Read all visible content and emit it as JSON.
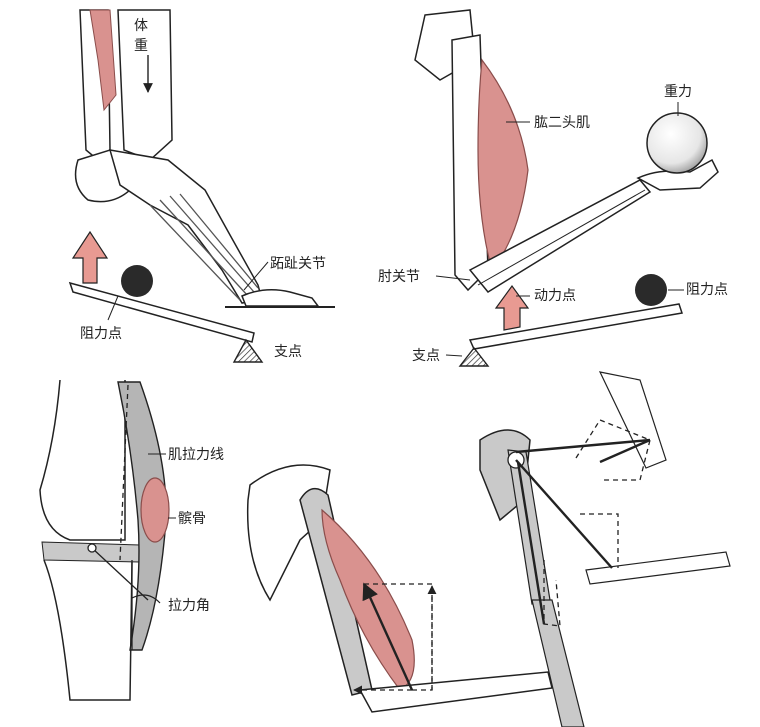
{
  "panels": {
    "foot": {
      "body_weight_label": "体重",
      "mtp_joint_label": "跖趾关节",
      "resistance_point_label": "阻力点",
      "fulcrum_label": "支点"
    },
    "elbow_lever": {
      "gravity_label": "重力",
      "biceps_label": "肱二头肌",
      "elbow_joint_label": "肘关节",
      "power_point_label": "动力点",
      "resistance_point_label": "阻力点",
      "fulcrum_label": "支点"
    },
    "knee": {
      "muscle_pull_line_label": "肌拉力线",
      "patella_label": "髌骨",
      "pull_angle_label": "拉力角"
    }
  },
  "colors": {
    "muscle": "#d9928f",
    "muscle_dark": "#b86c6a",
    "arrow_fill": "#e89a92",
    "bone_shadow": "#c9c9c9",
    "ball": "#2a2a2a",
    "outline": "#222222"
  }
}
